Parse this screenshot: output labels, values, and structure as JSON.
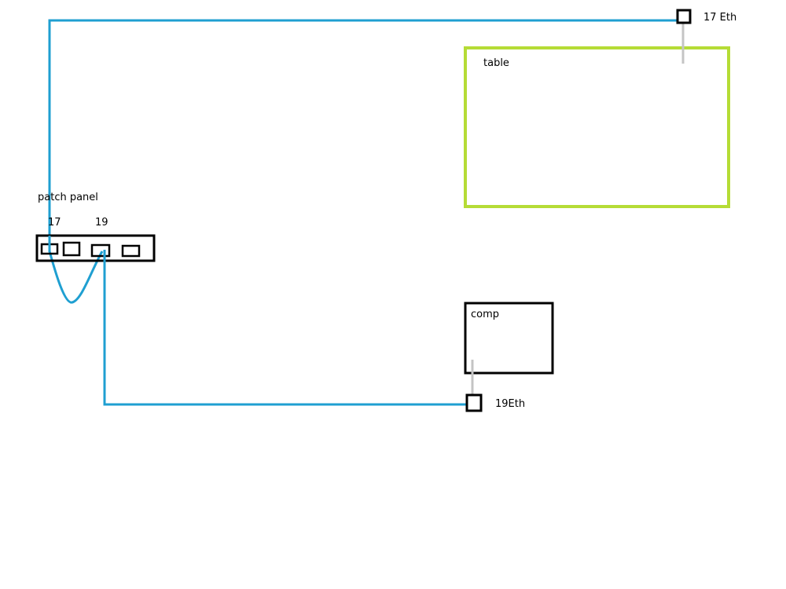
{
  "labels": {
    "wall_jack_17": "17 Eth",
    "table": "table",
    "patch_panel": "patch panel",
    "port_17": "17",
    "port_19": "19",
    "comp": "comp",
    "wall_jack_19": "19Eth"
  },
  "colors": {
    "cable": "#1f9fd1",
    "table_outline": "#b5dc36",
    "drop_cord": "#c4c4c4",
    "outline": "#000000",
    "background": "#ffffff"
  }
}
